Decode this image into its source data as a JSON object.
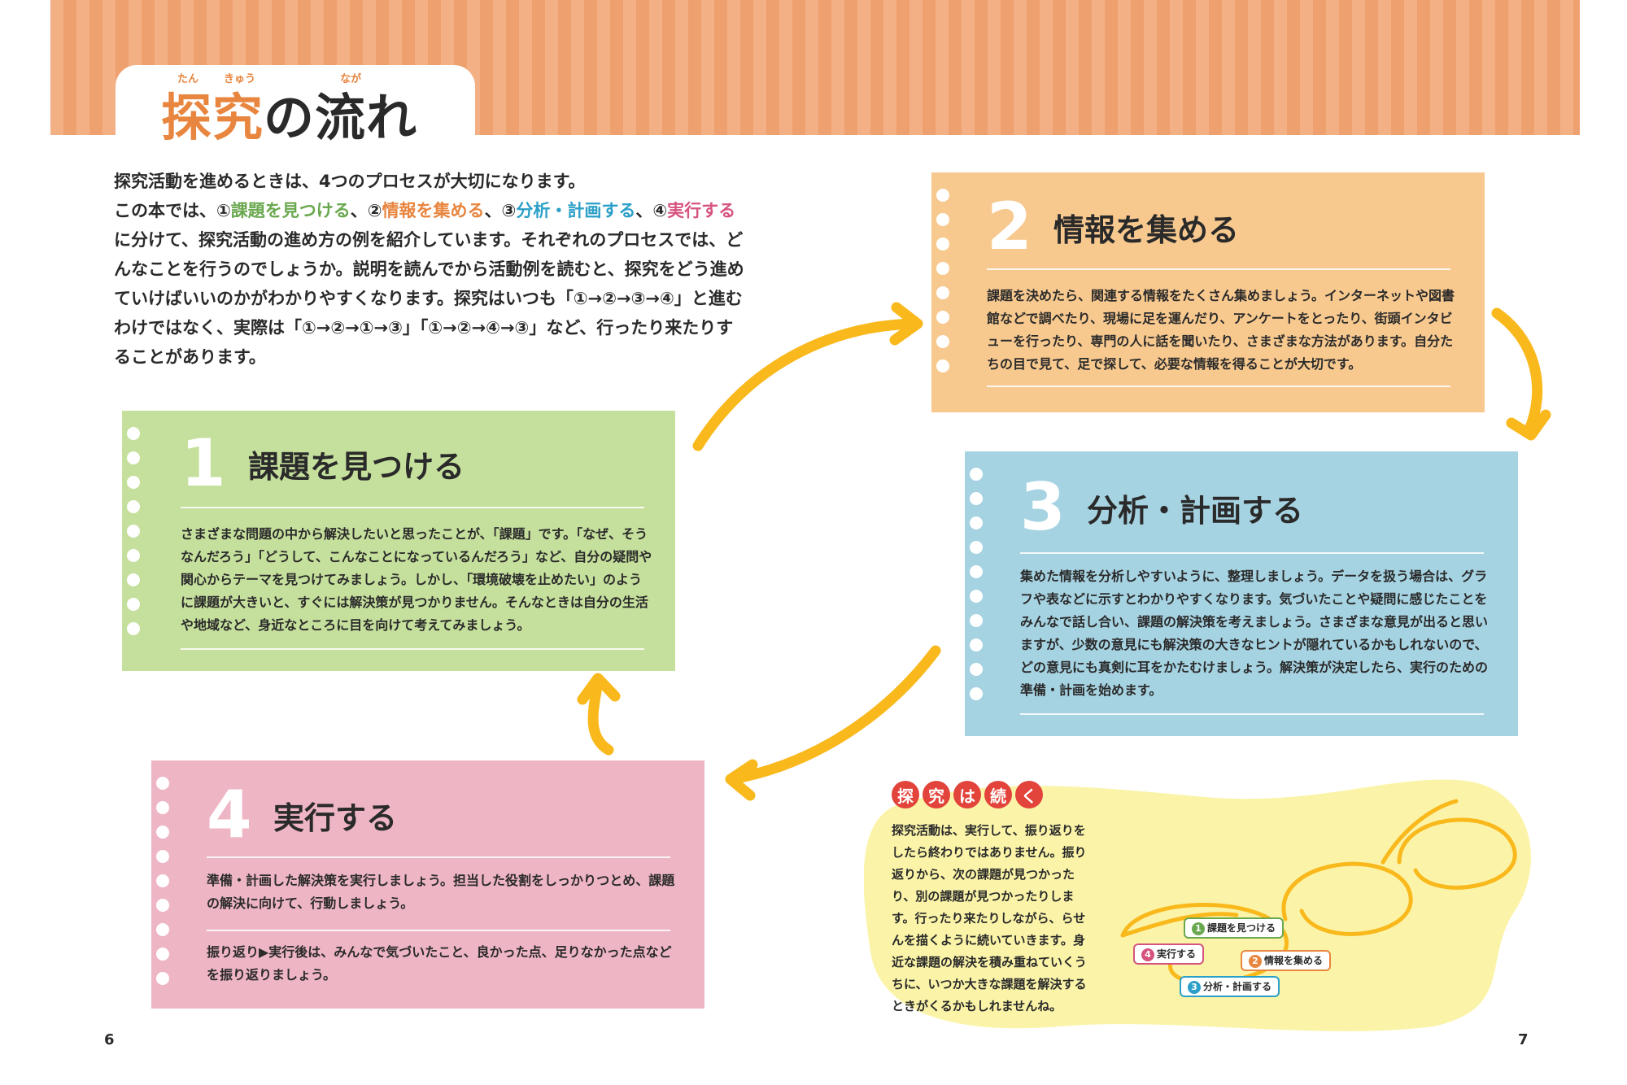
{
  "header": {
    "title_part1": "探究",
    "title_part2": "の流れ",
    "ruby_tan": "たん",
    "ruby_kyuu": "きゅう",
    "ruby_naga": "なが"
  },
  "intro": {
    "line1": "探究活動を進めるときは、4つのプロセスが大切になります。",
    "line2a": "この本では、①",
    "k1": "課題を見つける",
    "sep1": "、②",
    "k2": "情報を集める",
    "sep2": "、③",
    "k3": "分析・計画する",
    "sep3": "、④",
    "k4": "実行する",
    "rest": "に分けて、探究活動の進め方の例を紹介しています。それぞれのプロセスでは、どんなことを行うのでしょうか。説明を読んでから活動例を読むと、探究をどう進めていけばいいのかがわかりやすくなります。探究はいつも「①→②→③→④」と進むわけではなく、実際は「①→②→①→③」「①→②→④→③」など、行ったり来たりすることがあります。"
  },
  "steps": [
    {
      "num": "1",
      "title": "課題を見つける",
      "body": "さまざまな問題の中から解決したいと思ったことが、「課題」です。「なぜ、そうなんだろう」「どうして、こんなことになっているんだろう」など、自分の疑問や関心からテーマを見つけてみましょう。しかし、「環境破壊を止めたい」のように課題が大きいと、すぐには解決策が見つかりません。そんなときは自分の生活や地域など、身近なところに目を向けて考えてみましょう。"
    },
    {
      "num": "2",
      "title": "情報を集める",
      "body": "課題を決めたら、関連する情報をたくさん集めましょう。インターネットや図書館などで調べたり、現場に足を運んだり、アンケートをとったり、街頭インタビューを行ったり、専門の人に話を聞いたり、さまざまな方法があります。自分たちの目で見て、足で探して、必要な情報を得ることが大切です。"
    },
    {
      "num": "3",
      "title": "分析・計画する",
      "body": "集めた情報を分析しやすいように、整理しましょう。データを扱う場合は、グラフや表などに示すとわかりやすくなります。気づいたことや疑問に感じたことをみんなで話し合い、課題の解決策を考えましょう。さまざまな意見が出ると思いますが、少数の意見にも解決策の大きなヒントが隠れているかもしれないので、どの意見にも真剣に耳をかたむけましょう。解決策が決定したら、実行のための準備・計画を始めます。"
    },
    {
      "num": "4",
      "title": "実行する",
      "body": "準備・計画した解決策を実行しましょう。担当した役割をしっかりつとめ、課題の解決に向けて、行動しましょう。",
      "body2": "振り返り▶実行後は、みんなで気づいたこと、良かった点、足りなかった点などを振り返りましょう。"
    }
  ],
  "continues": {
    "badges": [
      "探",
      "究",
      "は",
      "続",
      "く"
    ],
    "text": "探究活動は、実行して、振り返りをしたら終わりではありません。振り返りから、次の課題が見つかったり、別の課題が見つかったりします。行ったり来たりしながら、らせんを描くように続いていきます。身近な課題の解決を積み重ねていくうちに、いつか大きな課題を解決するときがくるかもしれませんね。",
    "labels": [
      {
        "n": "1",
        "text": "課題を見つける",
        "color": "#6aa84f"
      },
      {
        "n": "2",
        "text": "情報を集める",
        "color": "#e8853e"
      },
      {
        "n": "3",
        "text": "分析・計画する",
        "color": "#2a9fc7"
      },
      {
        "n": "4",
        "text": "実行する",
        "color": "#d6537e"
      }
    ]
  },
  "pages": {
    "left": "6",
    "right": "7"
  },
  "colors": {
    "arrow": "#f9b81b",
    "green": "#c5df9c",
    "orange": "#f8c98f",
    "blue": "#a6d3e2",
    "pink": "#eeb5c5"
  }
}
